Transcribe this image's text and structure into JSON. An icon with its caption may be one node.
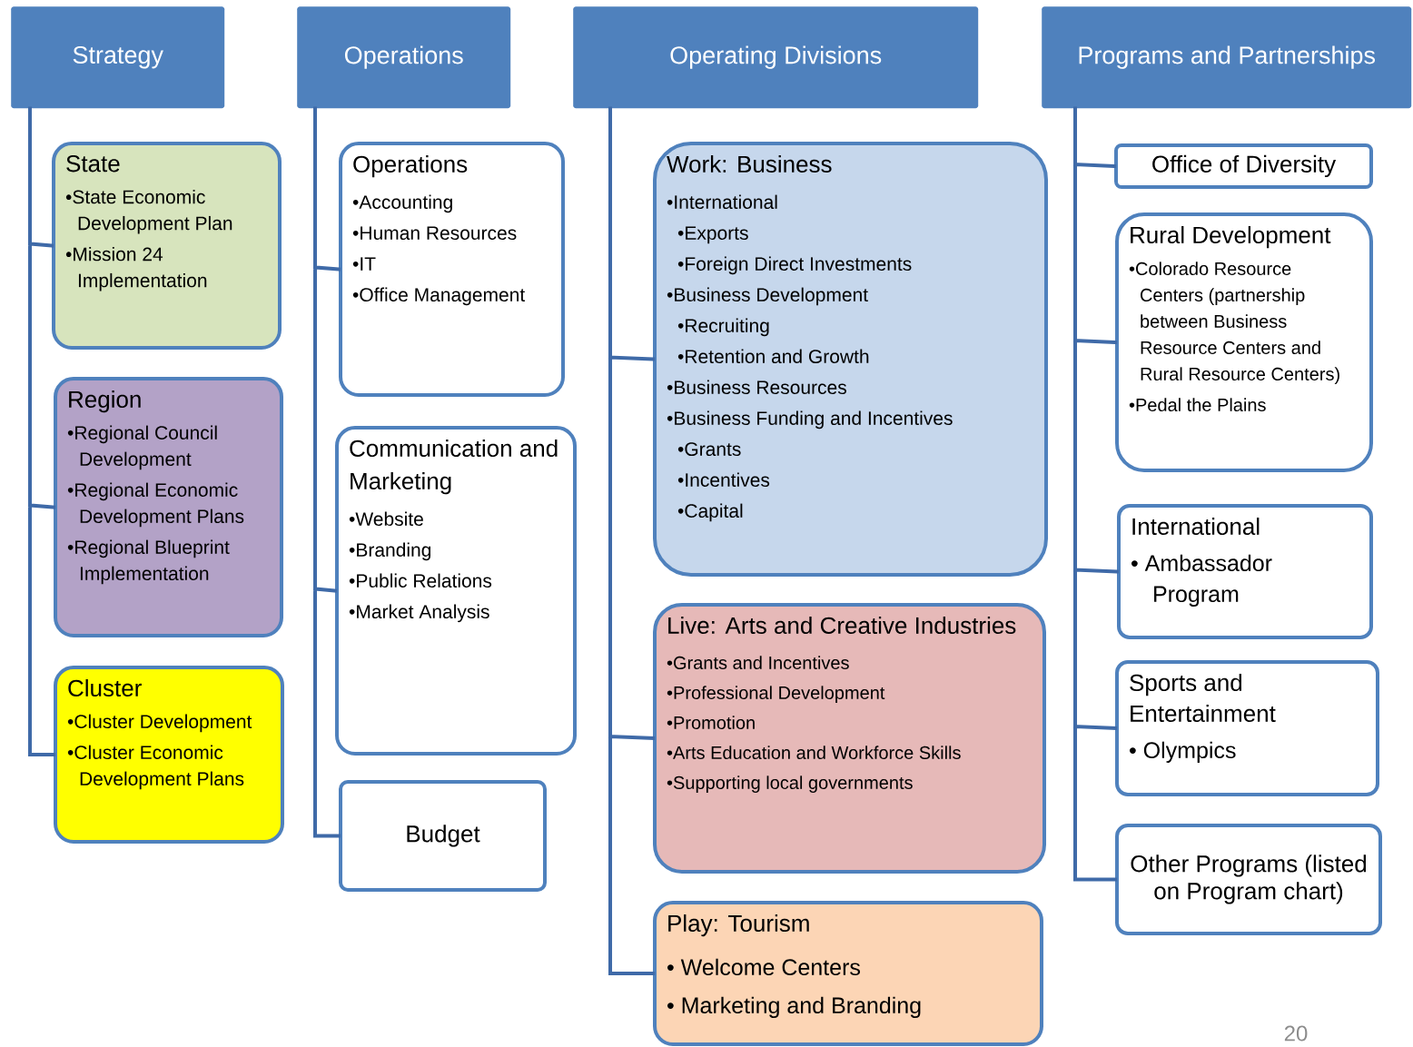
{
  "diagram": {
    "nodes": [
      {
        "text": [
          "Strategy"
        ]
      },
      {
        "text": [
          "State",
          "•State Economic Development Plan",
          "•Mission 24 Implementation"
        ]
      },
      {
        "text": [
          "Region",
          "•Regional Council Development",
          "•Regional Economic Development Plans",
          "•Regional Blueprint Implementation"
        ]
      },
      {
        "text": [
          "Cluster",
          "•Cluster Development",
          "•Cluster Economic Development Plans"
        ]
      },
      {
        "text": [
          "Operations"
        ]
      },
      {
        "text": [
          "Operations",
          "•Accounting",
          "•Human Resources",
          "•IT",
          "•Office Management"
        ]
      },
      {
        "text": [
          "Communication and Marketing",
          "•Website",
          "•Branding",
          "•Public Relations",
          "•Market Analysis"
        ]
      },
      {
        "text": [
          "Budget"
        ]
      },
      {
        "text": [
          "Operating Divisions"
        ]
      },
      {
        "text": [
          "Work: Business",
          "•International",
          "•Exports",
          "•Foreign Direct Investments",
          "•Business Development",
          "•Recruiting",
          "•Retention and Growth",
          "•Business Resources",
          "•Business Funding and Incentives",
          "•Grants",
          "•Incentives",
          "•Capital"
        ]
      },
      {
        "text": [
          "Live: Arts and Creative Industries",
          "•Grants and Incentives",
          "•Professional Development",
          "•Promotion",
          "•Arts Education and Workforce Skills",
          "•Supporting local governments"
        ]
      },
      {
        "text": [
          "Play: Tourism",
          "• Welcome Centers",
          "• Marketing and Branding"
        ]
      },
      {
        "text": [
          "Programs and Partnerships"
        ]
      },
      {
        "text": [
          "Office of Diversity"
        ]
      },
      {
        "text": [
          "Rural Development",
          "•Colorado Resource Centers (partnership between Business Resource Centers and Rural Resource Centers)",
          "•Pedal the Plains"
        ]
      },
      {
        "text": [
          "International",
          "• Ambassador Program"
        ]
      },
      {
        "text": [
          "Sports and Entertainment",
          "• Olympics"
        ]
      },
      {
        "text": [
          "Other Programs (listed on Program chart)"
        ]
      }
    ],
    "edges": [
      {
        "from": 0,
        "to": 1,
        "arrow": "none"
      },
      {
        "from": 0,
        "to": 2,
        "arrow": "none"
      },
      {
        "from": 0,
        "to": 3,
        "arrow": "none"
      },
      {
        "from": 4,
        "to": 5,
        "arrow": "none"
      },
      {
        "from": 4,
        "to": 6,
        "arrow": "none"
      },
      {
        "from": 4,
        "to": 7,
        "arrow": "none"
      },
      {
        "from": 8,
        "to": 9,
        "arrow": "none"
      },
      {
        "from": 8,
        "to": 10,
        "arrow": "none"
      },
      {
        "from": 8,
        "to": 11,
        "arrow": "none"
      },
      {
        "from": 12,
        "to": 13,
        "arrow": "none"
      },
      {
        "from": 12,
        "to": 14,
        "arrow": "none"
      },
      {
        "from": 12,
        "to": 15,
        "arrow": "none"
      },
      {
        "from": 12,
        "to": 16,
        "arrow": "none"
      },
      {
        "from": 12,
        "to": 17,
        "arrow": "none"
      }
    ],
    "labels": [
      "20"
    ]
  }
}
